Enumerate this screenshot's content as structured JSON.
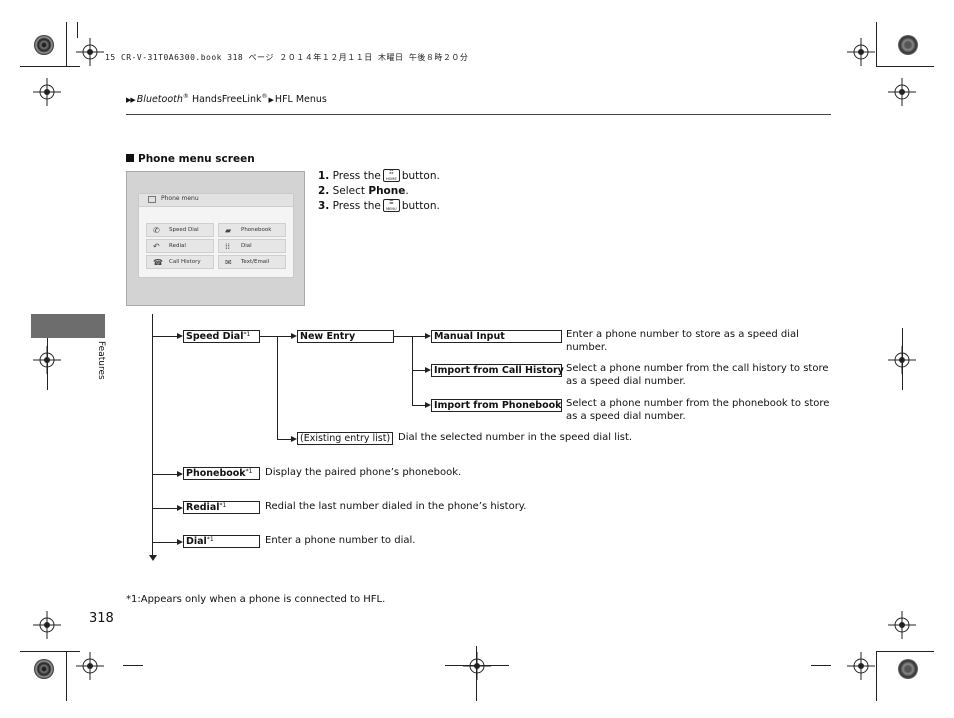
{
  "print_header": "15 CR-V-31T0A6300.book  318 ページ  ２０１４年１２月１１日  木曜日  午後８時２０分",
  "breadcrumb": {
    "bluetooth": "Bluetooth",
    "reg1": "®",
    "handsfreelink": "HandsFreeLink",
    "reg2": "®",
    "current": "HFL Menus"
  },
  "section_title": "Phone menu screen",
  "screen": {
    "title": "Phone menu",
    "buttons": [
      {
        "label": "Speed Dial",
        "icon": "speed-dial-icon"
      },
      {
        "label": "Phonebook",
        "icon": "phonebook-icon"
      },
      {
        "label": "Redial",
        "icon": "redial-icon"
      },
      {
        "label": "Dial",
        "icon": "keypad-icon"
      },
      {
        "label": "Call History",
        "icon": "call-history-icon"
      },
      {
        "label": "Text/Email",
        "icon": "message-icon"
      }
    ]
  },
  "steps": [
    {
      "num": "1.",
      "pre": "Press the",
      "key_top": "☷",
      "key_bottom": "HOME",
      "post": "button."
    },
    {
      "num": "2.",
      "pre": "Select",
      "bold": "Phone",
      "post": "."
    },
    {
      "num": "3.",
      "pre": "Press the",
      "key_top": "☰",
      "key_bottom": "MENU",
      "post": "button."
    }
  ],
  "side_tab_label": "Features",
  "tree": {
    "speed_dial": {
      "label": "Speed Dial",
      "note": "*1"
    },
    "new_entry": {
      "label": "New Entry"
    },
    "manual_input": {
      "label": "Manual Input",
      "desc": "Enter a phone number to store as a speed dial number."
    },
    "import_call_history": {
      "label": "Import from Call History",
      "desc": "Select a phone number from the call history to store as a speed dial number."
    },
    "import_phonebook": {
      "label": "Import from Phonebook",
      "desc": "Select a phone number from the phonebook to store as a speed dial number."
    },
    "existing_entry": {
      "label": "(Existing entry list)",
      "desc": "Dial the selected number in the speed dial list."
    },
    "phonebook": {
      "label": "Phonebook",
      "note": "*1",
      "desc": "Display the paired phone’s phonebook."
    },
    "redial": {
      "label": "Redial",
      "note": "*1",
      "desc": "Redial the last number dialed in the phone’s history."
    },
    "dial": {
      "label": "Dial",
      "note": "*1",
      "desc": "Enter a phone number to dial."
    }
  },
  "footnote": "*1:Appears only when a phone is connected to HFL.",
  "page_number": "318",
  "colors": {
    "text": "#111111",
    "side_tab": "#6d6d6d",
    "screen_bg": "#d3d3d3"
  }
}
